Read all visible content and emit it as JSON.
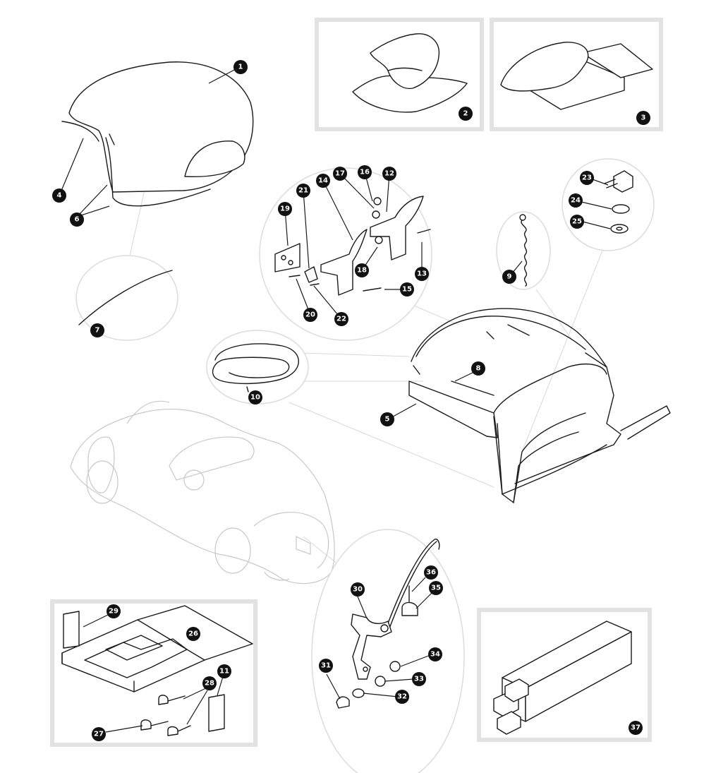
{
  "diagram": {
    "callouts": [
      "1",
      "2",
      "3",
      "4",
      "5",
      "6",
      "7",
      "8",
      "9",
      "10",
      "11",
      "12",
      "13",
      "14",
      "15",
      "16",
      "17",
      "18",
      "19",
      "20",
      "21",
      "22",
      "23",
      "24",
      "25",
      "26",
      "27",
      "28",
      "29",
      "30",
      "31",
      "32",
      "33",
      "34",
      "35",
      "36",
      "37"
    ]
  },
  "colors": {
    "ink": "#1a1a1a",
    "panel_border": "#e2e2e2",
    "ghost_car": "#c8c8c8",
    "callout_fill": "#111111"
  }
}
